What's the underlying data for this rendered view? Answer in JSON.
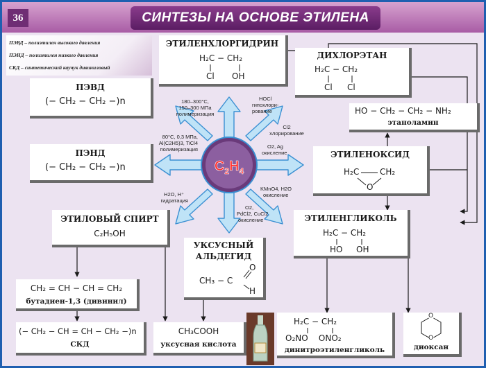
{
  "header": {
    "page_number": "36",
    "title": "СИНТЕЗЫ НА ОСНОВЕ ЭТИЛЕНА"
  },
  "legend": [
    "ПЭВД – полиэтилен высокого давления",
    "ПЭНД – полиэтилен низкого давления",
    "СКД – синтетический каучук дивиниловый"
  ],
  "center": {
    "formula_main": "C",
    "formula_sub1": "2",
    "formula_main2": "H",
    "formula_sub2": "4"
  },
  "conditions": {
    "polymerization_high": [
      "180–300°C,",
      "150–300 МПа",
      "полимеризация"
    ],
    "hypochlorination": [
      "HOCl",
      "гипохлори-",
      "рование"
    ],
    "polymerization_low": [
      "80°C, 0,3 МПа,",
      "Al(C2H5)3, TiCl4",
      "полимеризация"
    ],
    "chlorination": [
      "Cl2",
      "хлорирование"
    ],
    "oxidation_ag": [
      "O2, Ag",
      "окисление"
    ],
    "hydration": [
      "H2O, H⁺",
      "гидратация"
    ],
    "oxidation_kmno4": [
      "KMnO4, H2O",
      "окисление"
    ],
    "oxidation_pd": [
      "O2,",
      "PdCl2, CuCl2",
      "окисление"
    ]
  },
  "boxes": {
    "pevd": {
      "title": "ПЭВД",
      "formula": "(− CH₂ − CH₂ −)n"
    },
    "pend": {
      "title": "ПЭНД",
      "formula": "(− CH₂ − CH₂ −)n"
    },
    "chlorohydrin": {
      "title": "ЭТИЛЕНХЛОРГИДРИН",
      "top": "H₂C − CH₂",
      "bottom_left": "Cl",
      "bottom_right": "OH"
    },
    "dichloroethane": {
      "title": "ДИХЛОРЭТАН",
      "top": "H₂C − CH₂",
      "bottom_left": "Cl",
      "bottom_right": "Cl"
    },
    "ethanolamine": {
      "formula": "HO − CH₂ − CH₂ − NH₂",
      "name": "этаноламин"
    },
    "ethylene_oxide": {
      "title": "ЭТИЛЕНОКСИД",
      "left": "H₂C",
      "right": "CH₂",
      "bottom": "O"
    },
    "ethanol": {
      "title": "ЭТИЛОВЫЙ СПИРТ",
      "formula": "C₂H₅OH"
    },
    "acetaldehyde": {
      "title_line1": "УКСУСНЫЙ",
      "title_line2": "АЛЬДЕГИД",
      "left": "CH₃ − C",
      "o": "O",
      "h": "H"
    },
    "ethylene_glycol": {
      "title": "ЭТИЛЕНГЛИКОЛЬ",
      "top": "H₂C − CH₂",
      "bottom_left": "HO",
      "bottom_right": "OH"
    }
  },
  "bottom": {
    "butadiene": {
      "formula": "CH₂ = CH − CH = CH₂",
      "name": "бутадиен-1,3 (дивинил)"
    },
    "skd": {
      "formula": "(− CH₂ − CH = CH − CH₂ −)n",
      "name": "СКД"
    },
    "acetic_acid": {
      "formula": "CH₃COOH",
      "name": "уксусная кислота"
    },
    "dinitro": {
      "top": "H₂C − CH₂",
      "bottom": "O₂NO    ONO₂",
      "name": "динитроэтиленгликоль"
    },
    "dioxane": {
      "name": "диоксан",
      "o_top": "O",
      "o_bottom": "O"
    }
  },
  "colors": {
    "border": "#1f5fb0",
    "header_banner": "#6a2a72",
    "background": "#ece3f1",
    "arrow_fill": "#bfe3f7",
    "arrow_stroke": "#3a8fd2"
  }
}
